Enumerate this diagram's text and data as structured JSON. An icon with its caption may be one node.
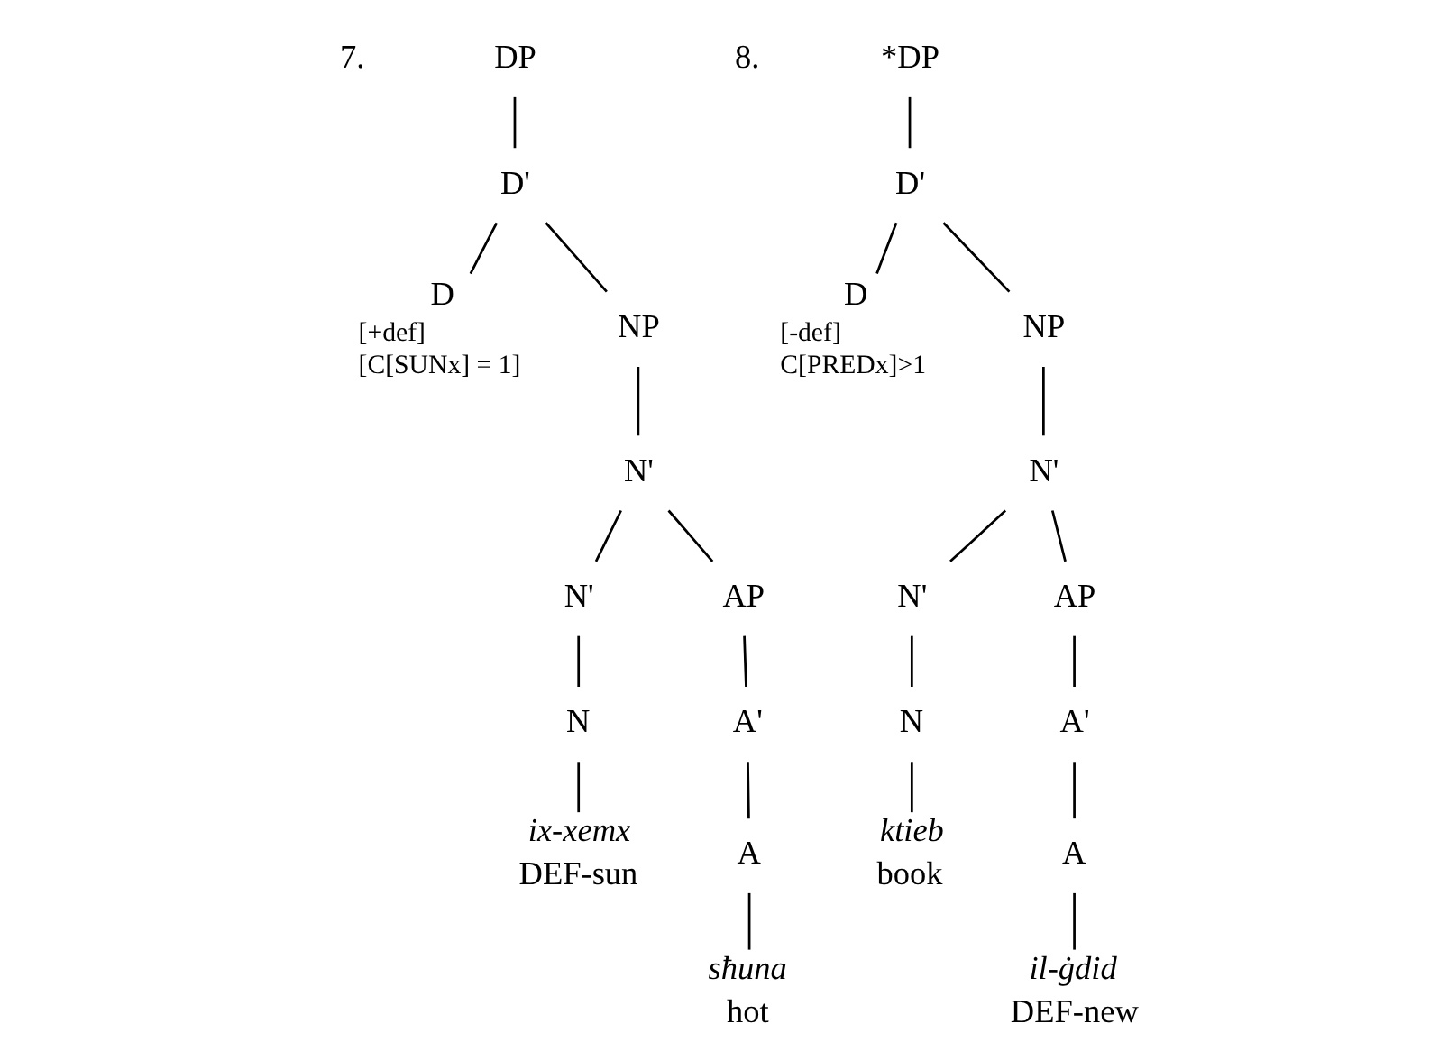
{
  "diagram": {
    "nodes": [
      {
        "text": [
          "DP"
        ]
      },
      {
        "text": [
          "D'"
        ]
      },
      {
        "text": [
          "D"
        ],
        "beside": [
          "[+def]",
          "[C[SUNx] = 1]"
        ]
      },
      {
        "text": [
          "NP"
        ]
      },
      {
        "text": [
          "N'"
        ]
      },
      {
        "text": [
          "N'"
        ]
      },
      {
        "text": [
          "AP"
        ]
      },
      {
        "text": [
          "N"
        ]
      },
      {
        "text": [
          "A'"
        ]
      },
      {
        "text": [
          "ix-xemx",
          "DEF-sun"
        ]
      },
      {
        "text": [
          "A"
        ]
      },
      {
        "text": [
          "sħuna",
          "hot"
        ]
      },
      {
        "text": [
          "*DP"
        ]
      },
      {
        "text": [
          "D'"
        ]
      },
      {
        "text": [
          "D"
        ],
        "beside": [
          "[-def]",
          "C[PREDx]>1"
        ]
      },
      {
        "text": [
          "NP"
        ]
      },
      {
        "text": [
          "N'"
        ]
      },
      {
        "text": [
          "N'"
        ]
      },
      {
        "text": [
          "AP"
        ]
      },
      {
        "text": [
          "N"
        ]
      },
      {
        "text": [
          "A'"
        ]
      },
      {
        "text": [
          "ktieb",
          "book"
        ]
      },
      {
        "text": [
          "A"
        ]
      },
      {
        "text": [
          "il-ġdid",
          "DEF-new"
        ]
      }
    ],
    "edges": [
      {
        "from": 0,
        "to": 1,
        "arrow": "none"
      },
      {
        "from": 1,
        "to": 2,
        "arrow": "none"
      },
      {
        "from": 1,
        "to": 3,
        "arrow": "none"
      },
      {
        "from": 3,
        "to": 4,
        "arrow": "none"
      },
      {
        "from": 4,
        "to": 5,
        "arrow": "none"
      },
      {
        "from": 4,
        "to": 6,
        "arrow": "none"
      },
      {
        "from": 5,
        "to": 7,
        "arrow": "none"
      },
      {
        "from": 6,
        "to": 8,
        "arrow": "none"
      },
      {
        "from": 7,
        "to": 9,
        "arrow": "none"
      },
      {
        "from": 8,
        "to": 10,
        "arrow": "none"
      },
      {
        "from": 10,
        "to": 11,
        "arrow": "none"
      },
      {
        "from": 12,
        "to": 13,
        "arrow": "none"
      },
      {
        "from": 13,
        "to": 14,
        "arrow": "none"
      },
      {
        "from": 13,
        "to": 15,
        "arrow": "none"
      },
      {
        "from": 15,
        "to": 16,
        "arrow": "none"
      },
      {
        "from": 16,
        "to": 17,
        "arrow": "none"
      },
      {
        "from": 16,
        "to": 18,
        "arrow": "none"
      },
      {
        "from": 17,
        "to": 19,
        "arrow": "none"
      },
      {
        "from": 18,
        "to": 20,
        "arrow": "none"
      },
      {
        "from": 19,
        "to": 21,
        "arrow": "none"
      },
      {
        "from": 20,
        "to": 22,
        "arrow": "none"
      },
      {
        "from": 22,
        "to": 23,
        "arrow": "none"
      }
    ],
    "labels": [
      "7.",
      "8."
    ]
  }
}
